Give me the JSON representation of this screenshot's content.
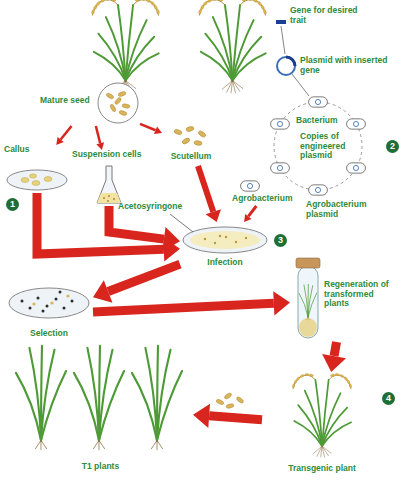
{
  "diagram": {
    "nodes": [
      {
        "text": [
          "Mature seed"
        ]
      },
      {
        "text": [
          "Callus"
        ]
      },
      {
        "text": [
          "Suspension cells"
        ]
      },
      {
        "text": [
          "Scutellum"
        ]
      },
      {
        "text": [
          "Agrobacterium"
        ]
      },
      {
        "text": [
          "Infection"
        ]
      },
      {
        "text": [
          "Selection"
        ]
      },
      {
        "text": [
          "Regeneration of transformed plants"
        ]
      },
      {
        "text": [
          "Transgenic plant"
        ]
      },
      {
        "text": [
          "T1 plants"
        ]
      }
    ],
    "edges": [
      {
        "from": 0,
        "to": 1,
        "arrow": "to"
      },
      {
        "from": 0,
        "to": 2,
        "arrow": "to"
      },
      {
        "from": 0,
        "to": 3,
        "arrow": "to"
      },
      {
        "from": 1,
        "to": 5,
        "arrow": "to"
      },
      {
        "from": 2,
        "to": 5,
        "arrow": "to"
      },
      {
        "from": 3,
        "to": 5,
        "arrow": "to"
      },
      {
        "from": 4,
        "to": 5,
        "arrow": "to"
      },
      {
        "from": 5,
        "to": 6,
        "arrow": "to"
      },
      {
        "from": 6,
        "to": 7,
        "arrow": "to"
      },
      {
        "from": 7,
        "to": 8,
        "arrow": "to"
      },
      {
        "from": 8,
        "to": 9,
        "arrow": "to"
      }
    ],
    "labels": [
      "Gene for desired trait",
      "Plasmid with inserted gene",
      "Bacterium",
      "Copies of engineered plasmid",
      "Agrobacterium plasmid",
      "Acetosyringone",
      "1",
      "2",
      "3",
      "4"
    ]
  }
}
